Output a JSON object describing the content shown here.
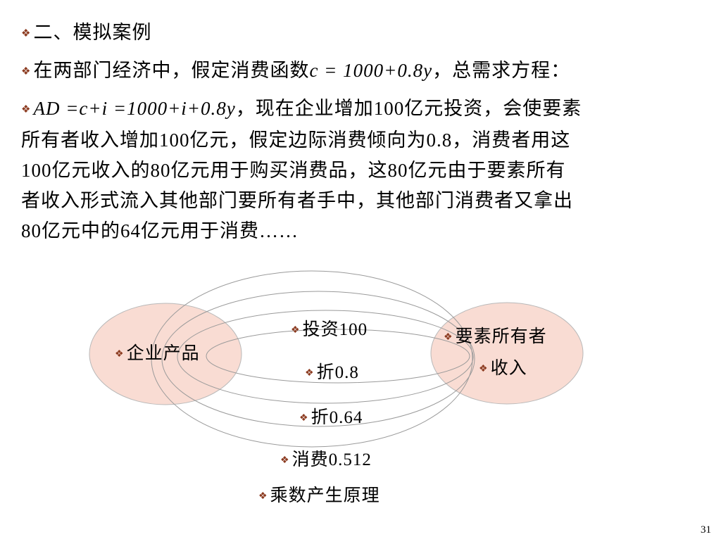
{
  "slide": {
    "bullet_symbol": "❖",
    "bullet_color": "#8b3a1f",
    "line1": "二、模拟案例",
    "line2": {
      "prefix": "在两部门经济中，假定消费函数",
      "formula": "c = 1000+0.8y",
      "suffix": "，总需求方程："
    },
    "para": {
      "formula": "AD =c+i =1000+i+0.8y",
      "line1_rest": "，现在企业增加100亿元投资，会使要素",
      "line2": "所有者收入增加100亿元，假定边际消费倾向为0.8，消费者用这",
      "line3": "100亿元收入的80亿元用于购买消费品，这80亿元由于要素所有",
      "line4": "者收入形式流入其他部门要所有者手中，其他部门消费者又拿出",
      "line5": "80亿元中的64亿元用于消费……"
    },
    "page_number": "31"
  },
  "diagram": {
    "circle_fill": "#f9dcd3",
    "left_node": "企业产品",
    "right_node_line1": "要素所有者",
    "right_node_line2": "收入",
    "flow_labels": [
      "投资100",
      "折0.8",
      "折0.64",
      "消费0.512",
      "乘数产生原理"
    ]
  }
}
